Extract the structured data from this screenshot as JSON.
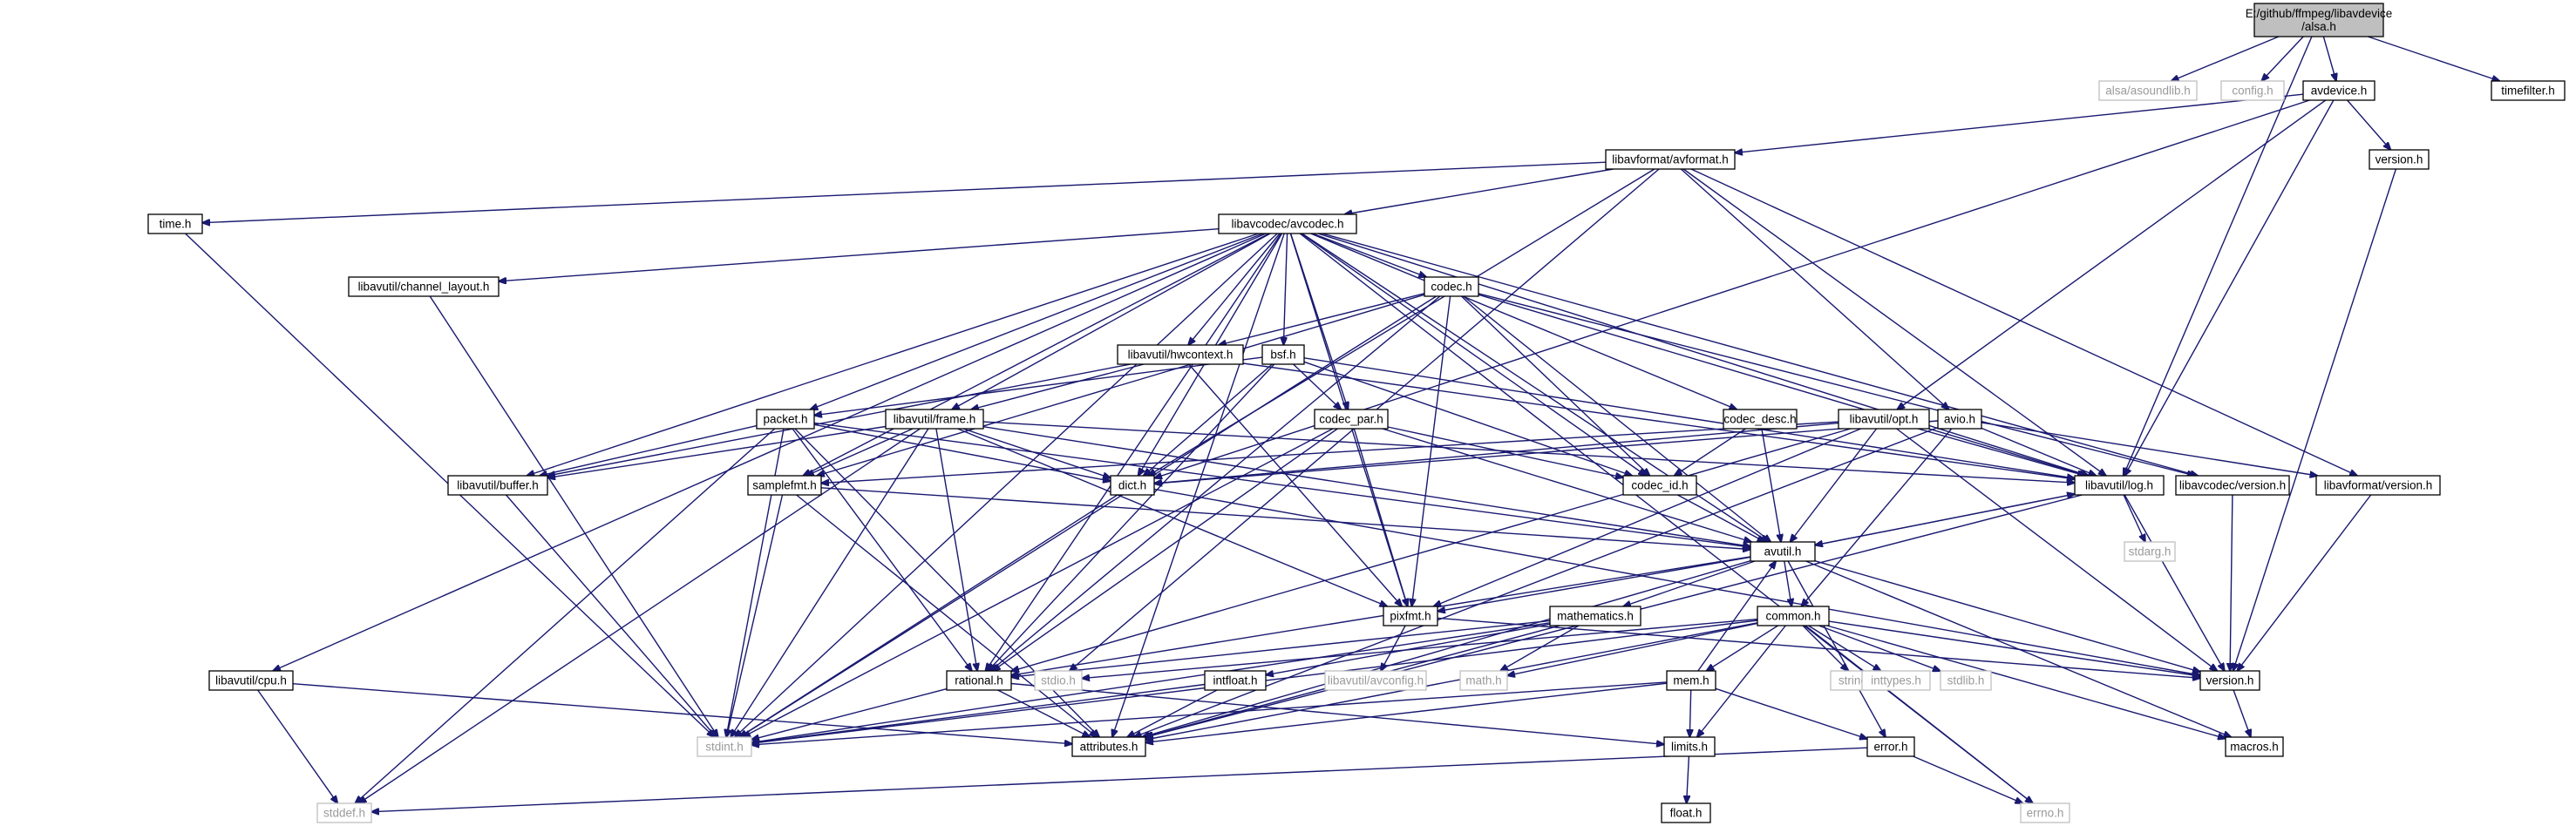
{
  "graph": {
    "nodes": [
      {
        "id": "alsa",
        "lines": [
          "E:/github/ffmpeg/libavdevice",
          "/alsa.h"
        ],
        "style": "root"
      },
      {
        "id": "asoundlib",
        "lines": [
          "alsa/asoundlib.h"
        ],
        "style": "missing"
      },
      {
        "id": "config",
        "lines": [
          "config.h"
        ],
        "style": "missing"
      },
      {
        "id": "avdevice",
        "lines": [
          "avdevice.h"
        ],
        "style": "normal"
      },
      {
        "id": "timefilter",
        "lines": [
          "timefilter.h"
        ],
        "style": "normal"
      },
      {
        "id": "avformat",
        "lines": [
          "libavformat/avformat.h"
        ],
        "style": "normal"
      },
      {
        "id": "version_dev",
        "lines": [
          "version.h"
        ],
        "style": "normal"
      },
      {
        "id": "time",
        "lines": [
          "time.h"
        ],
        "style": "normal"
      },
      {
        "id": "avcodec",
        "lines": [
          "libavcodec/avcodec.h"
        ],
        "style": "normal"
      },
      {
        "id": "channel_layout",
        "lines": [
          "libavutil/channel_layout.h"
        ],
        "style": "normal"
      },
      {
        "id": "codec",
        "lines": [
          "codec.h"
        ],
        "style": "normal"
      },
      {
        "id": "hwcontext",
        "lines": [
          "libavutil/hwcontext.h"
        ],
        "style": "normal"
      },
      {
        "id": "bsf",
        "lines": [
          "bsf.h"
        ],
        "style": "normal"
      },
      {
        "id": "packet",
        "lines": [
          "packet.h"
        ],
        "style": "normal"
      },
      {
        "id": "frame",
        "lines": [
          "libavutil/frame.h"
        ],
        "style": "normal"
      },
      {
        "id": "codec_par",
        "lines": [
          "codec_par.h"
        ],
        "style": "normal"
      },
      {
        "id": "codec_desc",
        "lines": [
          "codec_desc.h"
        ],
        "style": "normal"
      },
      {
        "id": "opt",
        "lines": [
          "libavutil/opt.h"
        ],
        "style": "normal"
      },
      {
        "id": "avio",
        "lines": [
          "avio.h"
        ],
        "style": "normal"
      },
      {
        "id": "buffer",
        "lines": [
          "libavutil/buffer.h"
        ],
        "style": "normal"
      },
      {
        "id": "samplefmt",
        "lines": [
          "samplefmt.h"
        ],
        "style": "normal"
      },
      {
        "id": "dict",
        "lines": [
          "dict.h"
        ],
        "style": "normal"
      },
      {
        "id": "codec_id",
        "lines": [
          "codec_id.h"
        ],
        "style": "normal"
      },
      {
        "id": "log",
        "lines": [
          "libavutil/log.h"
        ],
        "style": "normal"
      },
      {
        "id": "avc_version",
        "lines": [
          "libavcodec/version.h"
        ],
        "style": "normal"
      },
      {
        "id": "avf_version",
        "lines": [
          "libavformat/version.h"
        ],
        "style": "normal"
      },
      {
        "id": "stdarg",
        "lines": [
          "stdarg.h"
        ],
        "style": "missing"
      },
      {
        "id": "avutil",
        "lines": [
          "avutil.h"
        ],
        "style": "normal"
      },
      {
        "id": "cpu",
        "lines": [
          "libavutil/cpu.h"
        ],
        "style": "normal"
      },
      {
        "id": "pixfmt",
        "lines": [
          "pixfmt.h"
        ],
        "style": "normal"
      },
      {
        "id": "mathematics",
        "lines": [
          "mathematics.h"
        ],
        "style": "normal"
      },
      {
        "id": "common",
        "lines": [
          "common.h"
        ],
        "style": "normal"
      },
      {
        "id": "stdio",
        "lines": [
          "stdio.h"
        ],
        "style": "missing"
      },
      {
        "id": "rational",
        "lines": [
          "rational.h"
        ],
        "style": "normal"
      },
      {
        "id": "intfloat",
        "lines": [
          "intfloat.h"
        ],
        "style": "normal"
      },
      {
        "id": "avconfig",
        "lines": [
          "libavutil/avconfig.h"
        ],
        "style": "missing"
      },
      {
        "id": "math",
        "lines": [
          "math.h"
        ],
        "style": "missing"
      },
      {
        "id": "mem",
        "lines": [
          "mem.h"
        ],
        "style": "normal"
      },
      {
        "id": "string",
        "lines": [
          "string.h"
        ],
        "style": "missing"
      },
      {
        "id": "inttypes",
        "lines": [
          "inttypes.h"
        ],
        "style": "missing"
      },
      {
        "id": "stdlib",
        "lines": [
          "stdlib.h"
        ],
        "style": "missing"
      },
      {
        "id": "version_util",
        "lines": [
          "version.h"
        ],
        "style": "normal"
      },
      {
        "id": "stdint",
        "lines": [
          "stdint.h"
        ],
        "style": "missing"
      },
      {
        "id": "attributes",
        "lines": [
          "attributes.h"
        ],
        "style": "normal"
      },
      {
        "id": "limits",
        "lines": [
          "limits.h"
        ],
        "style": "normal"
      },
      {
        "id": "error",
        "lines": [
          "error.h"
        ],
        "style": "normal"
      },
      {
        "id": "macros",
        "lines": [
          "macros.h"
        ],
        "style": "normal"
      },
      {
        "id": "stddef",
        "lines": [
          "stddef.h"
        ],
        "style": "missing"
      },
      {
        "id": "float",
        "lines": [
          "float.h"
        ],
        "style": "normal"
      },
      {
        "id": "errno",
        "lines": [
          "errno.h"
        ],
        "style": "missing"
      }
    ],
    "edges": [
      [
        "alsa",
        "asoundlib"
      ],
      [
        "alsa",
        "config"
      ],
      [
        "alsa",
        "avdevice"
      ],
      [
        "alsa",
        "timefilter"
      ],
      [
        "alsa",
        "log"
      ],
      [
        "avdevice",
        "avformat"
      ],
      [
        "avdevice",
        "version_dev"
      ],
      [
        "avdevice",
        "opt"
      ],
      [
        "avdevice",
        "log"
      ],
      [
        "avdevice",
        "dict"
      ],
      [
        "version_dev",
        "version_util"
      ],
      [
        "avformat",
        "time"
      ],
      [
        "avformat",
        "avcodec"
      ],
      [
        "avformat",
        "avio"
      ],
      [
        "avformat",
        "dict"
      ],
      [
        "avformat",
        "log"
      ],
      [
        "avformat",
        "avf_version"
      ],
      [
        "avformat",
        "stdio"
      ],
      [
        "time",
        "stdint"
      ],
      [
        "avcodec",
        "channel_layout"
      ],
      [
        "avcodec",
        "codec"
      ],
      [
        "avcodec",
        "hwcontext"
      ],
      [
        "avcodec",
        "bsf"
      ],
      [
        "avcodec",
        "packet"
      ],
      [
        "avcodec",
        "frame"
      ],
      [
        "avcodec",
        "codec_par"
      ],
      [
        "avcodec",
        "codec_desc"
      ],
      [
        "avcodec",
        "cpu"
      ],
      [
        "avcodec",
        "buffer"
      ],
      [
        "avcodec",
        "samplefmt"
      ],
      [
        "avcodec",
        "dict"
      ],
      [
        "avcodec",
        "codec_id"
      ],
      [
        "avcodec",
        "log"
      ],
      [
        "avcodec",
        "avc_version"
      ],
      [
        "avcodec",
        "avutil"
      ],
      [
        "avcodec",
        "pixfmt"
      ],
      [
        "avcodec",
        "rational"
      ],
      [
        "avcodec",
        "attributes"
      ],
      [
        "avcodec",
        "errno"
      ],
      [
        "avcodec",
        "stdint"
      ],
      [
        "channel_layout",
        "stdint"
      ],
      [
        "codec",
        "hwcontext"
      ],
      [
        "codec",
        "codec_id"
      ],
      [
        "codec",
        "avutil"
      ],
      [
        "codec",
        "log"
      ],
      [
        "codec",
        "avc_version"
      ],
      [
        "codec",
        "pixfmt"
      ],
      [
        "codec",
        "rational"
      ],
      [
        "codec",
        "samplefmt"
      ],
      [
        "codec",
        "stdint"
      ],
      [
        "hwcontext",
        "buffer"
      ],
      [
        "hwcontext",
        "frame"
      ],
      [
        "hwcontext",
        "pixfmt"
      ],
      [
        "hwcontext",
        "log"
      ],
      [
        "bsf",
        "packet"
      ],
      [
        "bsf",
        "codec_par"
      ],
      [
        "bsf",
        "codec_id"
      ],
      [
        "bsf",
        "dict"
      ],
      [
        "bsf",
        "log"
      ],
      [
        "bsf",
        "rational"
      ],
      [
        "packet",
        "buffer"
      ],
      [
        "packet",
        "dict"
      ],
      [
        "packet",
        "rational"
      ],
      [
        "packet",
        "avutil"
      ],
      [
        "packet",
        "attributes"
      ],
      [
        "packet",
        "stddef"
      ],
      [
        "packet",
        "stdint"
      ],
      [
        "frame",
        "buffer"
      ],
      [
        "frame",
        "dict"
      ],
      [
        "frame",
        "samplefmt"
      ],
      [
        "frame",
        "pixfmt"
      ],
      [
        "frame",
        "rational"
      ],
      [
        "frame",
        "avutil"
      ],
      [
        "frame",
        "log"
      ],
      [
        "frame",
        "stdint"
      ],
      [
        "frame",
        "stddef"
      ],
      [
        "codec_par",
        "codec_id"
      ],
      [
        "codec_par",
        "pixfmt"
      ],
      [
        "codec_par",
        "rational"
      ],
      [
        "codec_par",
        "avutil"
      ],
      [
        "codec_par",
        "stdint"
      ],
      [
        "codec_desc",
        "codec_id"
      ],
      [
        "codec_desc",
        "avutil"
      ],
      [
        "opt",
        "dict"
      ],
      [
        "opt",
        "log"
      ],
      [
        "opt",
        "avutil"
      ],
      [
        "opt",
        "pixfmt"
      ],
      [
        "opt",
        "rational"
      ],
      [
        "opt",
        "samplefmt"
      ],
      [
        "opt",
        "version_util"
      ],
      [
        "avio",
        "dict"
      ],
      [
        "avio",
        "log"
      ],
      [
        "avio",
        "common"
      ],
      [
        "avio",
        "avf_version"
      ],
      [
        "avio",
        "attributes"
      ],
      [
        "buffer",
        "stdint"
      ],
      [
        "samplefmt",
        "avutil"
      ],
      [
        "samplefmt",
        "attributes"
      ],
      [
        "samplefmt",
        "stdint"
      ],
      [
        "dict",
        "stdint"
      ],
      [
        "dict",
        "version_util"
      ],
      [
        "codec_id",
        "avutil"
      ],
      [
        "log",
        "stdarg"
      ],
      [
        "log",
        "avutil"
      ],
      [
        "log",
        "attributes"
      ],
      [
        "log",
        "version_util"
      ],
      [
        "avc_version",
        "version_util"
      ],
      [
        "avf_version",
        "version_util"
      ],
      [
        "avutil",
        "log"
      ],
      [
        "avutil",
        "pixfmt"
      ],
      [
        "avutil",
        "mathematics"
      ],
      [
        "avutil",
        "common"
      ],
      [
        "avutil",
        "rational"
      ],
      [
        "avutil",
        "version_util"
      ],
      [
        "avutil",
        "macros"
      ],
      [
        "avutil",
        "error"
      ],
      [
        "avutil",
        "attributes"
      ],
      [
        "cpu",
        "stddef"
      ],
      [
        "cpu",
        "attributes"
      ],
      [
        "pixfmt",
        "avconfig"
      ],
      [
        "pixfmt",
        "version_util"
      ],
      [
        "mathematics",
        "stdint"
      ],
      [
        "mathematics",
        "math"
      ],
      [
        "mathematics",
        "attributes"
      ],
      [
        "mathematics",
        "rational"
      ],
      [
        "mathematics",
        "intfloat"
      ],
      [
        "common",
        "stdio"
      ],
      [
        "common",
        "math"
      ],
      [
        "common",
        "string"
      ],
      [
        "common",
        "inttypes"
      ],
      [
        "common",
        "stdlib"
      ],
      [
        "common",
        "errno"
      ],
      [
        "common",
        "limits"
      ],
      [
        "common",
        "mem"
      ],
      [
        "common",
        "attributes"
      ],
      [
        "common",
        "macros"
      ],
      [
        "common",
        "version_util"
      ],
      [
        "common",
        "stdint"
      ],
      [
        "rational",
        "stdint"
      ],
      [
        "rational",
        "limits"
      ],
      [
        "rational",
        "attributes"
      ],
      [
        "intfloat",
        "stdint"
      ],
      [
        "intfloat",
        "attributes"
      ],
      [
        "mem",
        "stdint"
      ],
      [
        "mem",
        "limits"
      ],
      [
        "mem",
        "error"
      ],
      [
        "mem",
        "attributes"
      ],
      [
        "mem",
        "avutil"
      ],
      [
        "version_util",
        "macros"
      ],
      [
        "error",
        "errno"
      ],
      [
        "error",
        "stddef"
      ],
      [
        "limits",
        "float"
      ]
    ]
  }
}
